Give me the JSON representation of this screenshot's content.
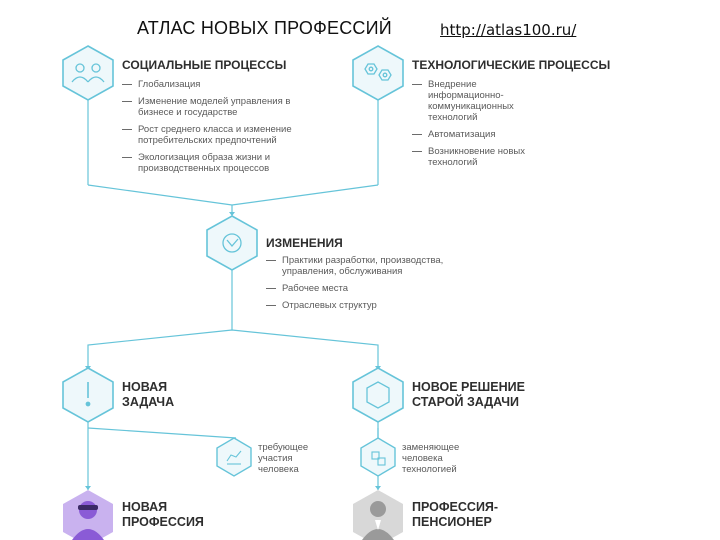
{
  "header": {
    "title": "АТЛАС НОВЫХ ПРОФЕССИЙ",
    "url": "http://atlas100.ru/"
  },
  "social": {
    "title": "СОЦИАЛЬНЫЕ ПРОЦЕССЫ",
    "items": [
      "Глобализация",
      "Изменение моделей управления в бизнесе и государстве",
      "Рост среднего класса и изменение потребительских предпочтений",
      "Экологизация образа жизни и производственных процессов"
    ]
  },
  "tech": {
    "title": "ТЕХНОЛОГИЧЕСКИЕ ПРОЦЕССЫ",
    "items": [
      "Внедрение информационно-коммуникационных технологий",
      "Автоматизация",
      "Возникновение новых технологий"
    ]
  },
  "changes": {
    "title": "ИЗМЕНЕНИЯ",
    "items": [
      "Практики разработки, производства, управления, обслуживания",
      "Рабочее места",
      "Отраслевых структур"
    ]
  },
  "new_task": {
    "title_line1": "НОВАЯ",
    "title_line2": "ЗАДАЧА"
  },
  "new_solution": {
    "title_line1": "НОВОЕ РЕШЕНИЕ",
    "title_line2": "СТАРОЙ ЗАДАЧИ"
  },
  "human_required": {
    "line1": "требующее",
    "line2": "участия",
    "line3": "человека"
  },
  "human_replacing": {
    "line1": "заменяющее",
    "line2": "человека",
    "line3": "технологией"
  },
  "new_profession": {
    "title_line1": "НОВАЯ",
    "title_line2": "ПРОФЕССИЯ"
  },
  "pensioner_profession": {
    "title_line1": "ПРОФЕССИЯ-",
    "title_line2": "ПЕНСИОНЕР"
  },
  "colors": {
    "accent": "#66c4d9",
    "accent_fill": "#eef8fb",
    "heading_text": "#2e2e2e",
    "body_text": "#5a5a5a",
    "avatar_purple": "#8a5bd6",
    "avatar_gray": "#9a9a9a"
  },
  "icons": {
    "social": "people-group-icon",
    "tech": "gears-network-icon",
    "changes": "transform-icon",
    "new_task": "exclamation-icon",
    "new_solution": "cycle-icon",
    "human_required": "hand-icon",
    "human_replacing": "robot-hand-icon",
    "new_profession": "purple-person-avatar",
    "pensioner": "gray-person-avatar"
  }
}
